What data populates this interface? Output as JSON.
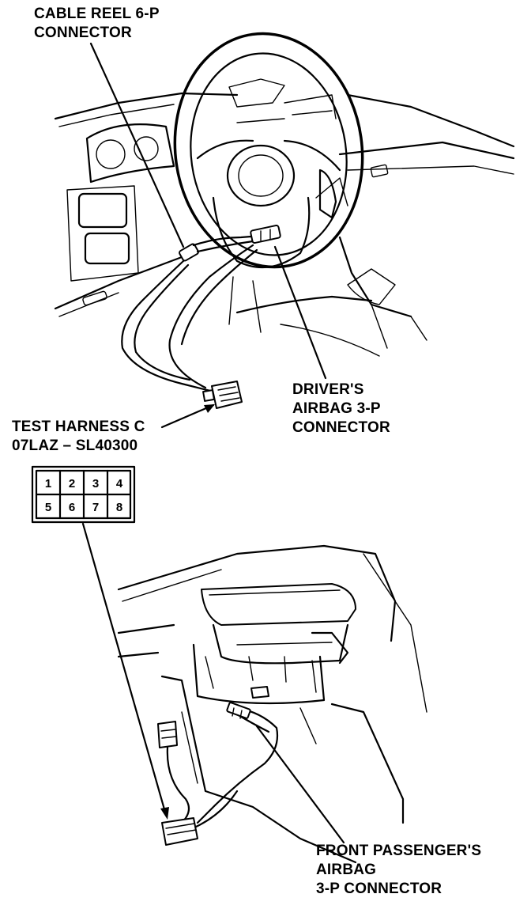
{
  "labels": {
    "cable_reel": [
      "CABLE REEL 6-P",
      "CONNECTOR"
    ],
    "drivers_airbag": [
      "DRIVER'S",
      "AIRBAG 3-P",
      "CONNECTOR"
    ],
    "test_harness": [
      "TEST HARNESS C",
      "07LAZ – SL40300"
    ],
    "front_passenger": [
      "FRONT PASSENGER'S",
      "AIRBAG",
      "3-P CONNECTOR"
    ]
  },
  "connector_pins": [
    "1",
    "2",
    "3",
    "4",
    "5",
    "6",
    "7",
    "8"
  ]
}
